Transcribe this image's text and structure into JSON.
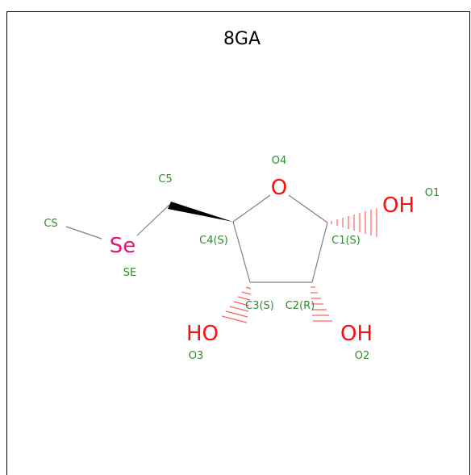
{
  "title": "8GA",
  "colors": {
    "oxygen": "#ff0d0d",
    "selenium": "#e0197a",
    "label": "#2e8b2e",
    "bond": "#808080"
  },
  "atoms": {
    "O4": {
      "element": "O",
      "label": "O4",
      "stereo": ""
    },
    "C1": {
      "label": "C1(S)"
    },
    "C2": {
      "label": "C2(R)"
    },
    "C3": {
      "label": "C3(S)"
    },
    "C4": {
      "label": "C4(S)"
    },
    "C5": {
      "label": "C5"
    },
    "SE": {
      "element": "Se",
      "label": "SE"
    },
    "CS": {
      "label": "CS"
    },
    "O1": {
      "element": "OH",
      "label": "O1"
    },
    "O2": {
      "element": "OH",
      "label": "O2"
    },
    "O3": {
      "element": "HO",
      "label": "O3"
    }
  }
}
